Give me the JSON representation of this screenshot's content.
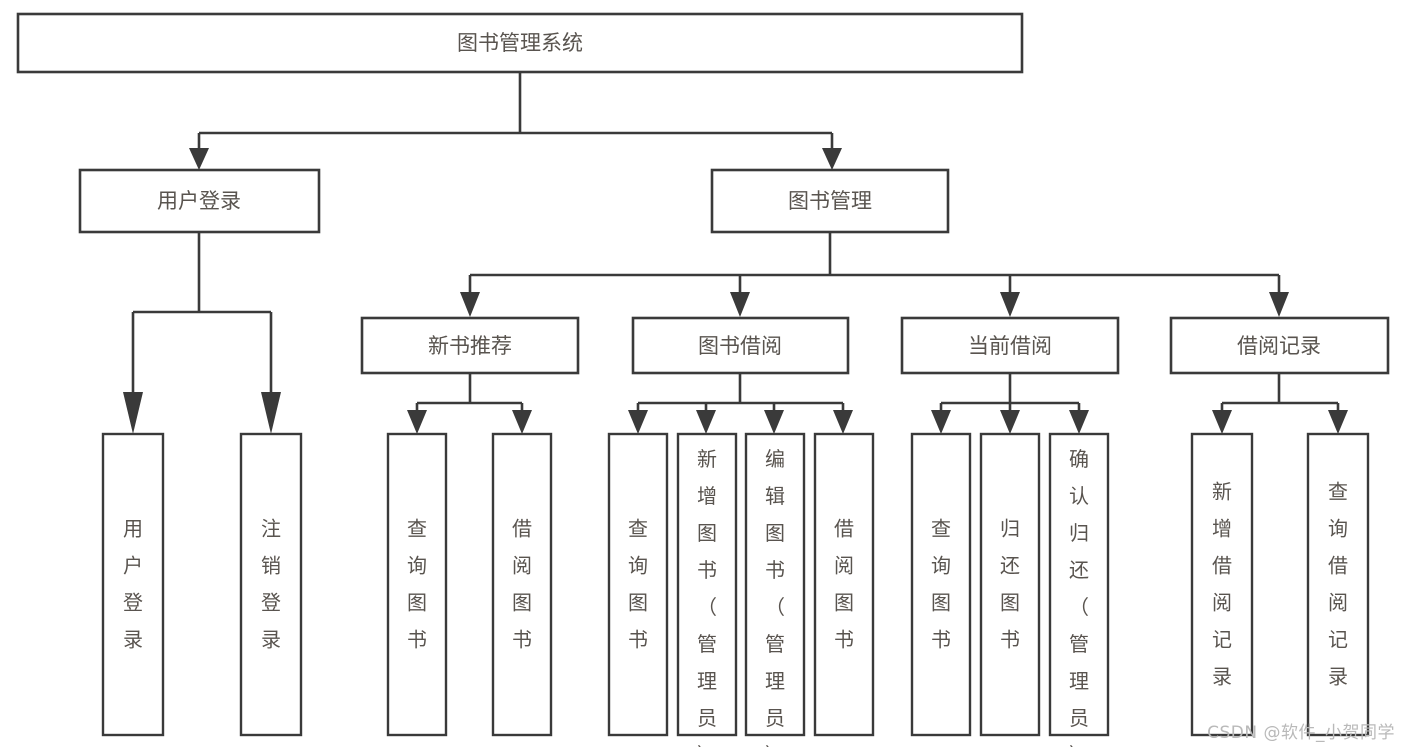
{
  "diagram": {
    "title": "图书管理系统",
    "type": "hierarchy-tree",
    "watermark": "CSDN @软件_小贺同学",
    "colors": {
      "box_stroke": "#3a3a3a",
      "box_fill": "#ffffff",
      "label_text": "#59544f",
      "connector": "#3a3a3a",
      "background": "#ffffff",
      "watermark_text": "#b9b9b9"
    },
    "levels": {
      "root": {
        "label": "图书管理系统"
      },
      "level1": [
        {
          "id": "user-login",
          "label": "用户登录"
        },
        {
          "id": "book-management",
          "label": "图书管理"
        }
      ],
      "level2": [
        {
          "id": "new-book-recommend",
          "label": "新书推荐",
          "parent": "book-management"
        },
        {
          "id": "book-borrow",
          "label": "图书借阅",
          "parent": "book-management"
        },
        {
          "id": "current-borrow",
          "label": "当前借阅",
          "parent": "book-management"
        },
        {
          "id": "borrow-record",
          "label": "借阅记录",
          "parent": "book-management"
        }
      ],
      "leaves": [
        {
          "id": "leaf-user-login",
          "label": "用户登录",
          "parent": "user-login"
        },
        {
          "id": "leaf-logout-login",
          "label": "注销登录",
          "parent": "user-login"
        },
        {
          "id": "leaf-query-book-1",
          "label": "查询图书",
          "parent": "new-book-recommend"
        },
        {
          "id": "leaf-borrow-book-1",
          "label": "借阅图书",
          "parent": "new-book-recommend"
        },
        {
          "id": "leaf-query-book-2",
          "label": "查询图书",
          "parent": "book-borrow"
        },
        {
          "id": "leaf-add-book",
          "label": "新增图书（管理员）",
          "parent": "book-borrow"
        },
        {
          "id": "leaf-edit-book",
          "label": "编辑图书（管理员）",
          "parent": "book-borrow"
        },
        {
          "id": "leaf-borrow-book-2",
          "label": "借阅图书",
          "parent": "book-borrow"
        },
        {
          "id": "leaf-query-book-3",
          "label": "查询图书",
          "parent": "current-borrow"
        },
        {
          "id": "leaf-return-book",
          "label": "归还图书",
          "parent": "current-borrow"
        },
        {
          "id": "leaf-confirm-return",
          "label": "确认归还（管理员）",
          "parent": "current-borrow"
        },
        {
          "id": "leaf-add-record",
          "label": "新增借阅记录",
          "parent": "borrow-record"
        },
        {
          "id": "leaf-query-record",
          "label": "查询借阅记录",
          "parent": "borrow-record"
        }
      ]
    }
  }
}
